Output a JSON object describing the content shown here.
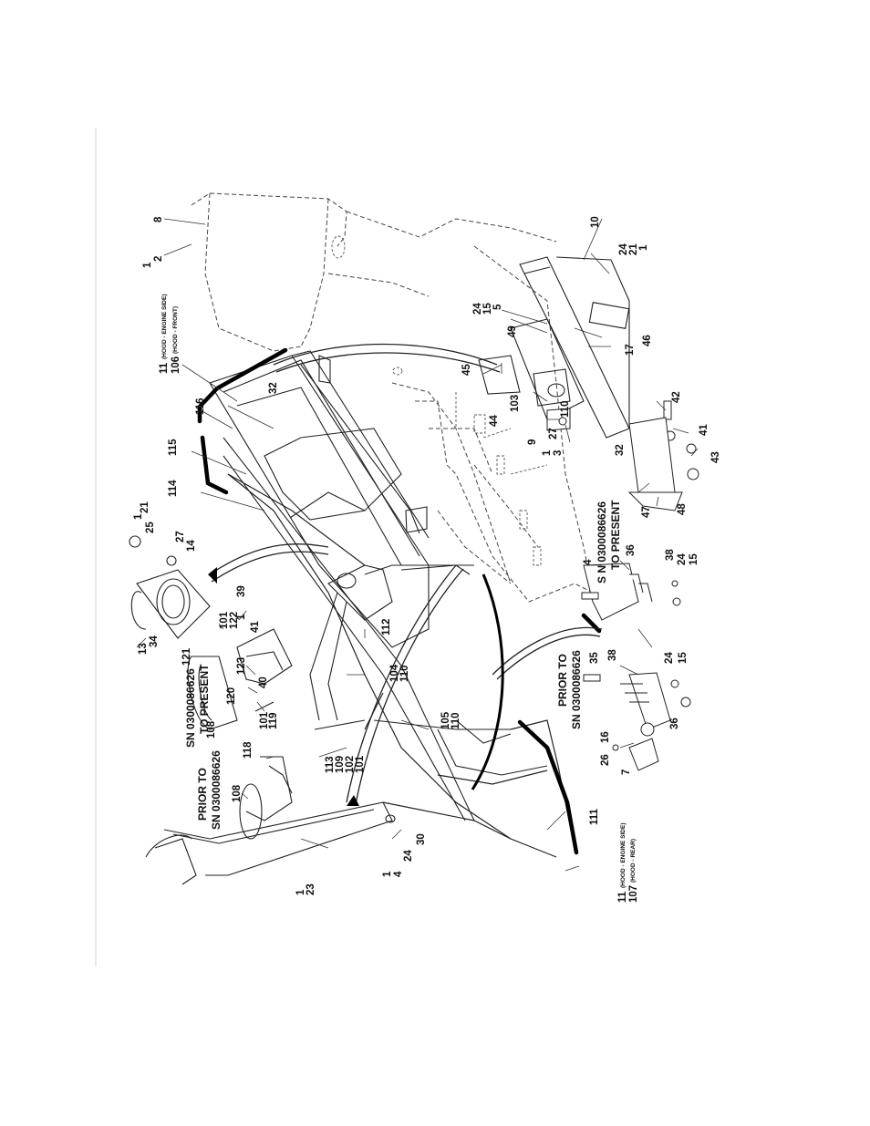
{
  "callouts": [
    "1",
    "2",
    "8",
    "10",
    "24",
    "21",
    "1",
    "24",
    "15",
    "5",
    "49",
    "46",
    "17",
    "11",
    "106",
    "116",
    "32",
    "115",
    "114",
    "45",
    "44",
    "103",
    "9",
    "27",
    "1",
    "3",
    "110",
    "32",
    "42",
    "41",
    "43",
    "47",
    "48",
    "1",
    "21",
    "25",
    "27",
    "14",
    "13",
    "34",
    "101",
    "122",
    "39",
    "1",
    "41",
    "123",
    "40",
    "121",
    "120",
    "119",
    "101",
    "108",
    "118",
    "108",
    "113",
    "109",
    "102",
    "101",
    "104",
    "110",
    "112",
    "105",
    "110",
    "111",
    "1",
    "4",
    "24",
    "30",
    "1",
    "23",
    "11",
    "107",
    "4",
    "36",
    "38",
    "24",
    "15",
    "35",
    "38",
    "24",
    "15",
    "26",
    "16",
    "36",
    "7"
  ],
  "qualifiers": {
    "hood_engine_side": "(HOOD - ENGINE SIDE)",
    "hood_front": "(HOOD - FRONT)",
    "hood_rear": "(HOOD - REAR)"
  },
  "serial_notes": {
    "sn_to_present_1": "SN 0300086626",
    "to_present_1": "TO PRESENT",
    "prior_to_1": "PRIOR TO",
    "sn_prior_1": "SN 0300086626",
    "sn_to_present_2": "S N 0300086626",
    "to_present_2": "TO PRESENT",
    "prior_to_2": "PRIOR TO",
    "sn_prior_2": "SN 0300086626"
  }
}
